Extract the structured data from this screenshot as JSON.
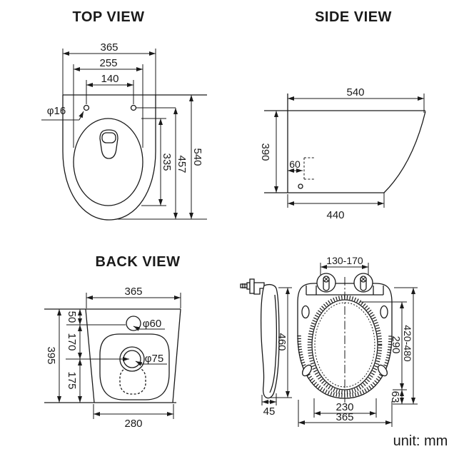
{
  "unit_note": "unit: mm",
  "top_view": {
    "title": "TOP VIEW",
    "overall_width": "365",
    "rim_width": "255",
    "hole_spacing": "140",
    "hole_diameter": "φ16",
    "inner_length": "335",
    "rim_length": "457",
    "overall_depth": "540"
  },
  "side_view": {
    "title": "SIDE VIEW",
    "top_depth": "540",
    "height": "390",
    "bracket_offset": "60",
    "bottom_depth": "440"
  },
  "back_view": {
    "title": "BACK VIEW",
    "top_width": "365",
    "overall_height": "395",
    "seg_top": "50",
    "seg_mid": "170",
    "seg_bottom": "175",
    "inlet_diameter": "φ60",
    "outlet_diameter": "φ75",
    "bottom_width": "280"
  },
  "seat_view": {
    "hinge_spacing": "130-170",
    "length": "460",
    "thickness": "45",
    "opening_length": "290",
    "install_range": "420-480",
    "rear_gap": "63",
    "opening_width": "230",
    "width": "365"
  }
}
